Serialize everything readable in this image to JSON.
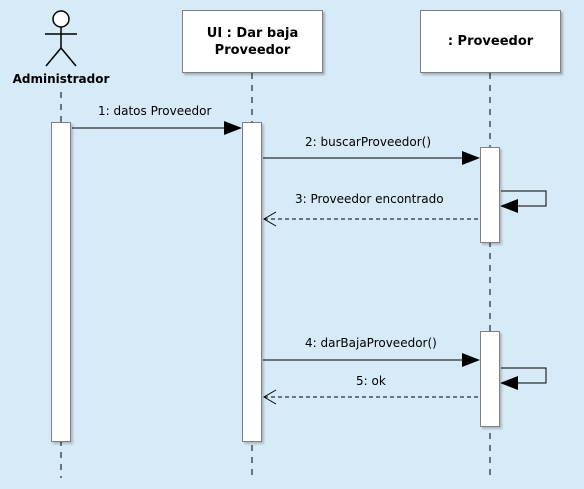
{
  "actor": {
    "label": "Administrador"
  },
  "objects": [
    {
      "id": "ui",
      "line1": "UI : Dar baja",
      "line2": "Proveedor"
    },
    {
      "id": "prov",
      "line1": ": Proveedor",
      "line2": ""
    }
  ],
  "messages": [
    {
      "id": "m1",
      "label": "1: datos Proveedor",
      "kind": "sync"
    },
    {
      "id": "m2",
      "label": "2: buscarProveedor()",
      "kind": "sync"
    },
    {
      "id": "m3",
      "label": "3: Proveedor encontrado",
      "kind": "return"
    },
    {
      "id": "m4",
      "label": "4: darBajaProveedor()",
      "kind": "sync"
    },
    {
      "id": "m5",
      "label": "5: ok",
      "kind": "return"
    }
  ],
  "colors": {
    "background": "#d7eaf7",
    "line": "#000000",
    "border": "#7f7f7f"
  }
}
